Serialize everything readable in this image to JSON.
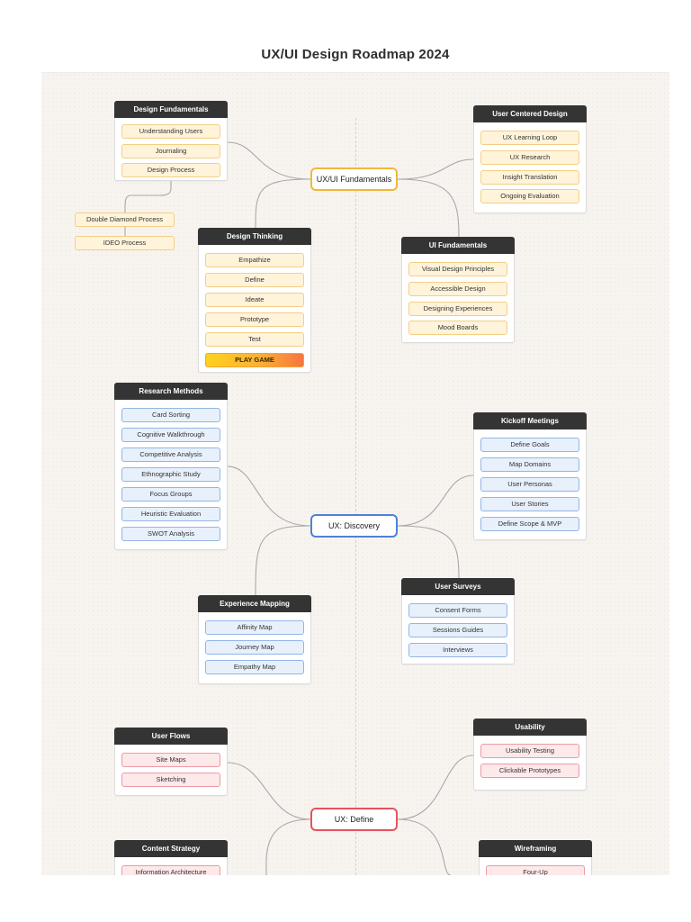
{
  "page": {
    "title": "UX/UI Design Roadmap 2024"
  },
  "colors": {
    "orange_fill": "#fff3da",
    "orange_border": "#f3cf86",
    "blue_fill": "#e7f0fb",
    "blue_border": "#93b6e6",
    "red_fill": "#fde8ea",
    "red_border": "#ef9aa2",
    "card_header": "#343434"
  },
  "hubs": {
    "fundamentals": "UX/UI Fundamentals",
    "discovery": "UX: Discovery",
    "define": "UX: Define"
  },
  "cards": {
    "design_fundamentals": {
      "title": "Design Fundamentals",
      "items": [
        "Understanding Users",
        "Journaling",
        "Design Process"
      ]
    },
    "design_process_branches": [
      "Double Diamond Process",
      "IDEO Process"
    ],
    "design_thinking": {
      "title": "Design Thinking",
      "items": [
        "Empathize",
        "Define",
        "Ideate",
        "Prototype",
        "Test"
      ],
      "cta": "PLAY GAME"
    },
    "user_centered_design": {
      "title": "User Centered Design",
      "items": [
        "UX Learning Loop",
        "UX Research",
        "Insight Translation",
        "Ongoing Evaluation"
      ]
    },
    "ui_fundamentals": {
      "title": "UI Fundamentals",
      "items": [
        "Visual Design Principles",
        "Accessible Design",
        "Designing Experiences",
        "Mood Boards"
      ]
    },
    "research_methods": {
      "title": "Research Methods",
      "items": [
        "Card Sorting",
        "Cognitive Walkthrough",
        "Competitive Analysis",
        "Ethnographic Study",
        "Focus Groups",
        "Heuristic Evaluation",
        "SWOT Analysis"
      ]
    },
    "kickoff_meetings": {
      "title": "Kickoff Meetings",
      "items": [
        "Define Goals",
        "Map Domains",
        "User Personas",
        "User Stories",
        "Define Scope & MVP"
      ]
    },
    "experience_mapping": {
      "title": "Experience Mapping",
      "items": [
        "Affinity Map",
        "Journey Map",
        "Empathy Map"
      ]
    },
    "user_surveys": {
      "title": "User Surveys",
      "items": [
        "Consent Forms",
        "Sessions Guides",
        "Interviews"
      ]
    },
    "user_flows": {
      "title": "User Flows",
      "items": [
        "Site Maps",
        "Sketching"
      ]
    },
    "usability": {
      "title": "Usability",
      "items": [
        "Usability Testing",
        "Clickable Prototypes"
      ]
    },
    "content_strategy": {
      "title": "Content Strategy",
      "items": [
        "Information Architecture"
      ]
    },
    "wireframing": {
      "title": "Wireframing",
      "items": [
        "Four-Up"
      ]
    }
  }
}
